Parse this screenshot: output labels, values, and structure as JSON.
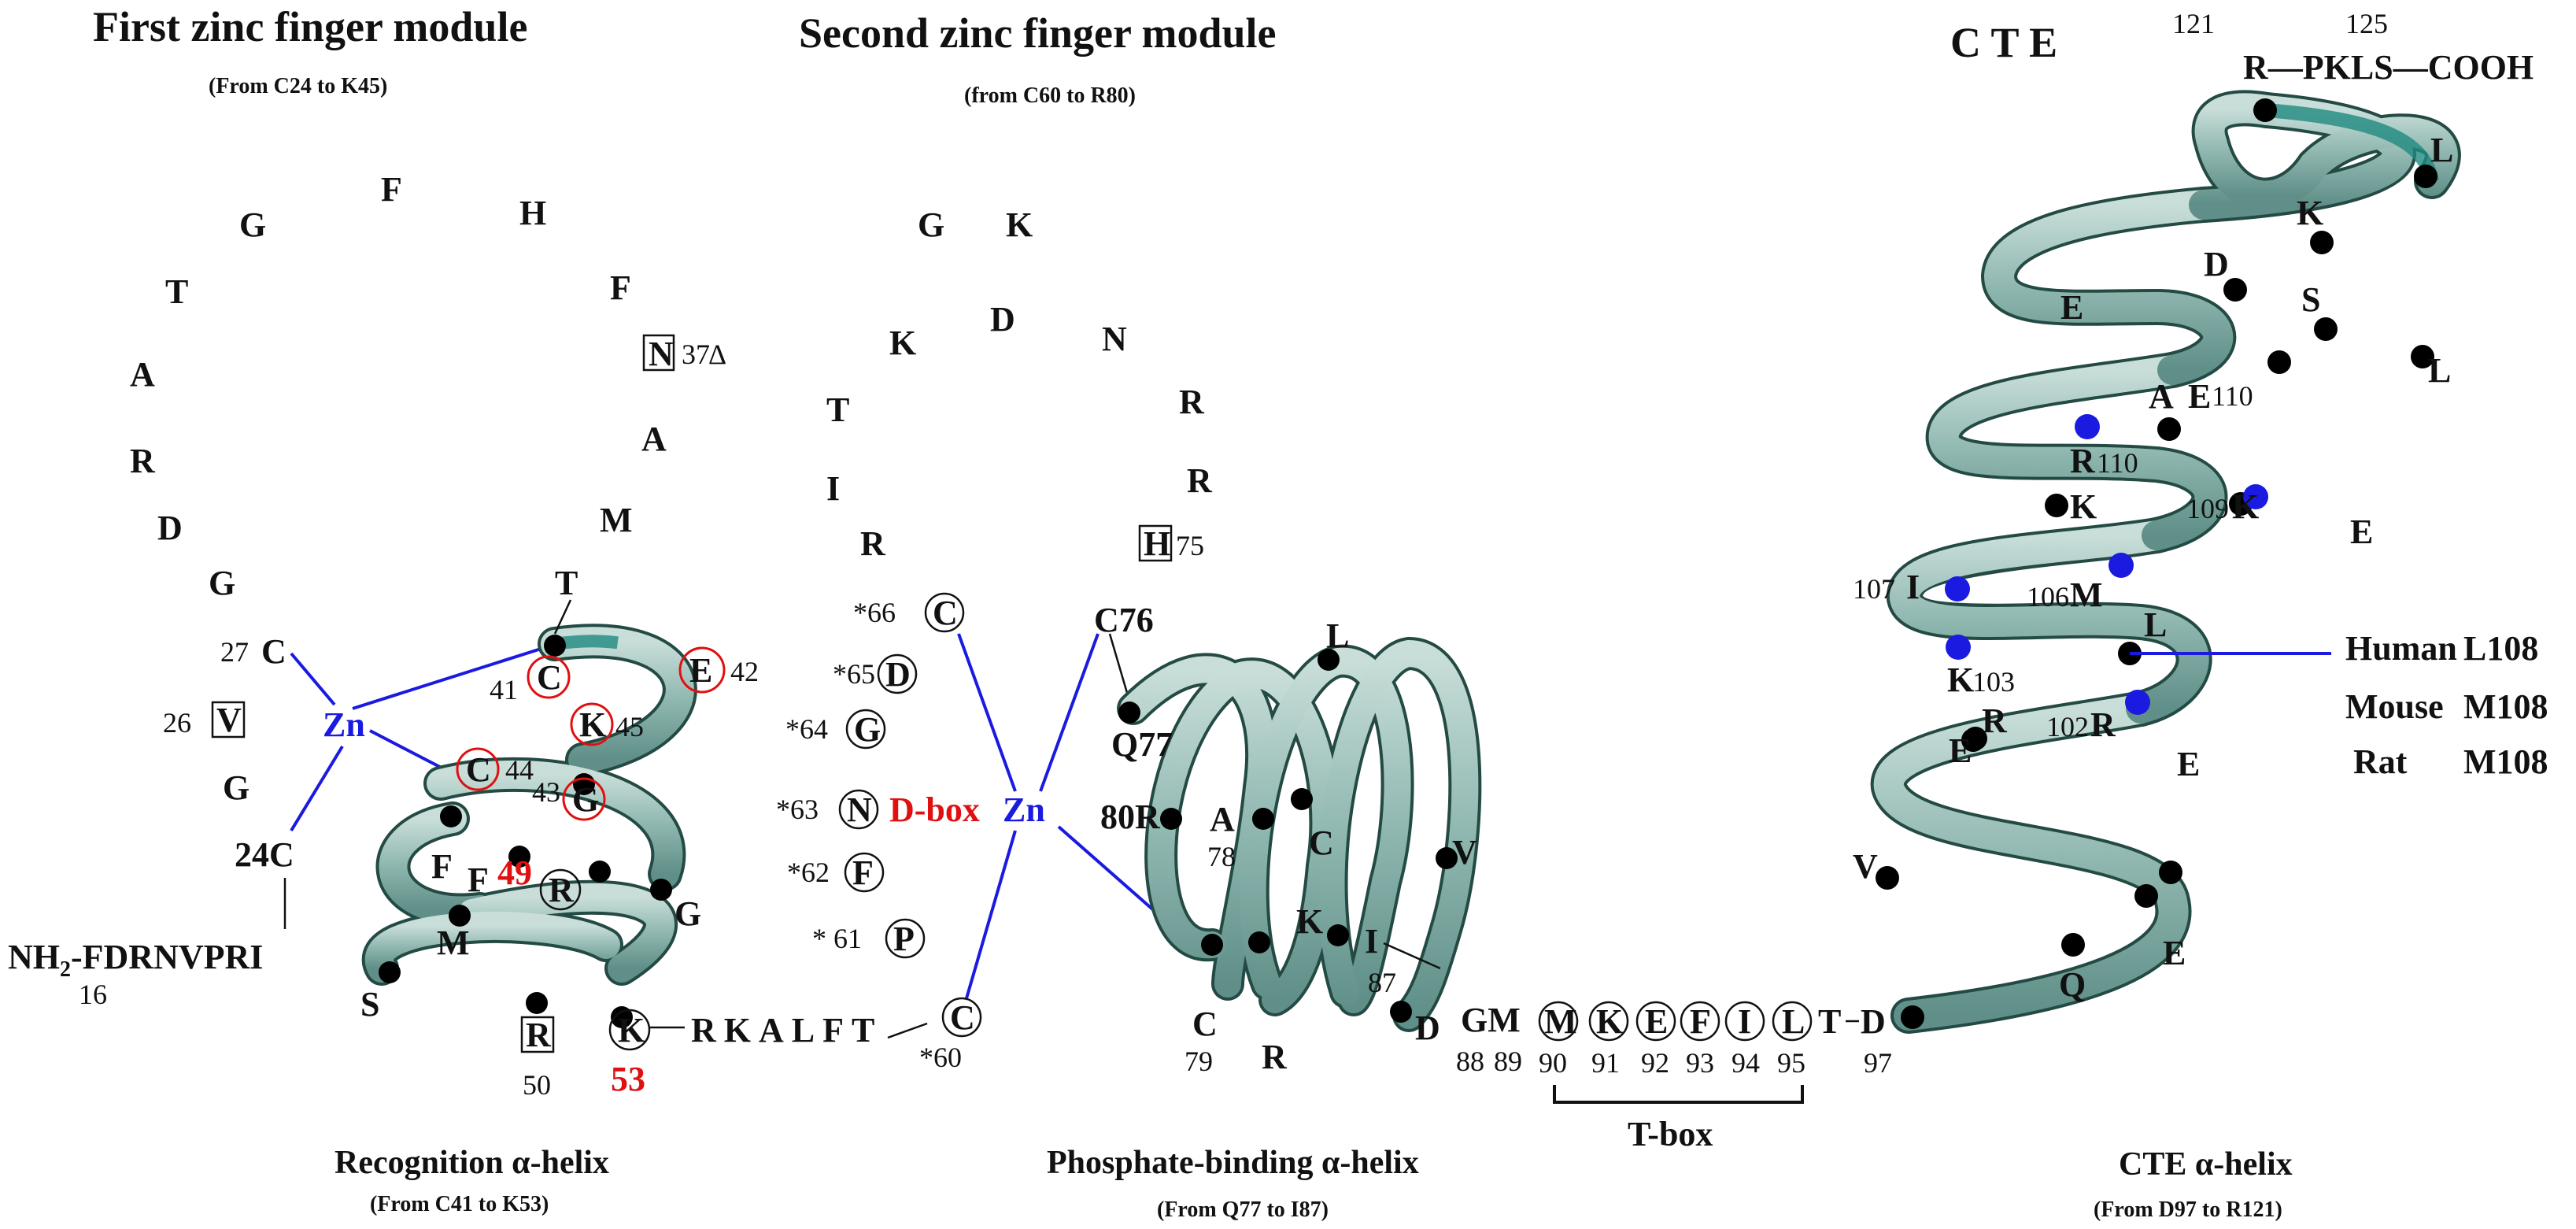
{
  "colors": {
    "helix": "#8fb7b0",
    "helix_stroke": "#244a44",
    "helix_highlight": "#1f8a80",
    "zn": "#1a1ae0",
    "red": "#e01010",
    "black": "#111111"
  },
  "titles": {
    "first_module": "First zinc finger module",
    "first_module_range": "(From C24 to K45)",
    "second_module": "Second zinc finger module",
    "second_module_range": "(from C60 to R80)",
    "cte": "C T E"
  },
  "captions": {
    "recognition": "Recognition α-helix",
    "recognition_range": "(From C41 to K53)",
    "phosphate": "Phosphate-binding α-helix",
    "phosphate_range": "(From Q77 to I87)",
    "cte_helix": "CTE α-helix",
    "cte_range": "(From D97 to R121)",
    "tbox": "T-box",
    "dbox": "D-box",
    "zn": "Zn"
  },
  "sequences": {
    "n_terminus": "NH",
    "n_terminus_sub": "2",
    "n_terminus_rest": "-FDRNVPRI",
    "n_terminus_num": "16",
    "linker_53_60": "RKALFT",
    "c_terminus": "R—PKLS—COOH",
    "c_terminus_num_121": "121",
    "c_terminus_num_125": "125",
    "gm": "GM",
    "t_dash_d": "T",
    "d97": "D",
    "num_97": "97",
    "num_88": "88",
    "num_89": "89"
  },
  "first_module_loop": [
    {
      "label": "F"
    },
    {
      "label": "G"
    },
    {
      "label": "H"
    },
    {
      "label": "T"
    },
    {
      "label": "F"
    },
    {
      "label": "A"
    },
    {
      "label": "A"
    },
    {
      "label": "R"
    },
    {
      "label": "M"
    },
    {
      "label": "D"
    },
    {
      "label": "G"
    },
    {
      "label": "T"
    },
    {
      "label": "G"
    }
  ],
  "first_module_marks": {
    "n37": "N",
    "n37_num": "37",
    "n37_delta": "Δ",
    "v26": "V",
    "v26_num": "26",
    "c27": "C",
    "c27_num": "27",
    "c24": "24C",
    "c41": "C",
    "c41_num": "41",
    "e42": "E",
    "e42_num": "42",
    "c44": "C",
    "c44_num": "44",
    "k45": "K",
    "k45_num": "45",
    "g43": "G",
    "g43_num": "43",
    "r49": "R",
    "r49_num": "49",
    "r50": "R",
    "r50_num": "50",
    "k53": "K",
    "k53_num": "53",
    "f_a": "F",
    "f_b": "F",
    "g_right": "G",
    "m": "M",
    "s": "S"
  },
  "second_module_loop": [
    {
      "label": "G"
    },
    {
      "label": "K"
    },
    {
      "label": "D"
    },
    {
      "label": "K"
    },
    {
      "label": "N"
    },
    {
      "label": "T"
    },
    {
      "label": "R"
    },
    {
      "label": "I"
    },
    {
      "label": "R"
    },
    {
      "label": "R"
    }
  ],
  "second_module_marks": {
    "h75": "H",
    "h75_num": "75",
    "c66": "C",
    "c66_num": "*66",
    "d65": "D",
    "d65_num": "*65",
    "g64": "G",
    "g64_num": "*64",
    "n63": "N",
    "n63_num": "*63",
    "f62": "F",
    "f62_num": "*62",
    "p61": "P",
    "p61_num": "* 61",
    "c60": "C",
    "c60_num": "*60",
    "c76": "C76",
    "q77": "Q77",
    "r80": "80R",
    "a78": "A",
    "a78_num": "78",
    "c79": "C",
    "c79_num": "79",
    "r_bottom": "R",
    "l": "L",
    "c_mid": "C",
    "v": "V",
    "k": "K",
    "i87": "I",
    "i87_num": "87",
    "d": "D"
  },
  "tbox_residues": [
    {
      "label": "M",
      "num": "90"
    },
    {
      "label": "K",
      "num": "91"
    },
    {
      "label": "E",
      "num": "92"
    },
    {
      "label": "F",
      "num": "93"
    },
    {
      "label": "I",
      "num": "94"
    },
    {
      "label": "L",
      "num": "95"
    }
  ],
  "cte_marks": {
    "l_top": "L",
    "k_top": "K",
    "d_top": "D",
    "s_top": "S",
    "e_left1": "E",
    "l_right1": "L",
    "e_110": "E",
    "e_110_num": "110",
    "a": "A",
    "r110": "R",
    "r110_num": "110",
    "k_left": "K",
    "k109": "K",
    "k109_num": "109",
    "e_right2": "E",
    "i107": "I",
    "i107_num": "107",
    "m106": "M",
    "m106_num": "106",
    "l108": "L",
    "k103": "K",
    "k103_num": "103",
    "r_small": "R",
    "r102": "R",
    "r102_num": "102",
    "e_left3": "E",
    "e_right3": "E",
    "v": "V",
    "q": "Q",
    "e_bottom": "E"
  },
  "species": [
    {
      "name": "Human",
      "res": "L108"
    },
    {
      "name": "Mouse",
      "res": "M108"
    },
    {
      "name": "Rat",
      "res": "M108"
    }
  ]
}
